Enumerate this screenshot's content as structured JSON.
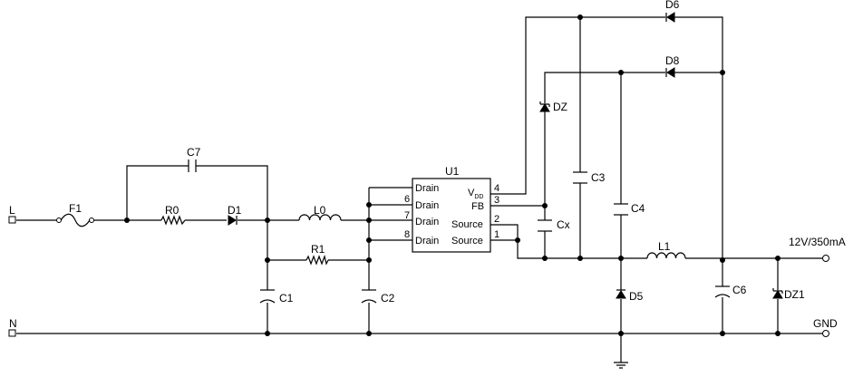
{
  "terminals": {
    "line": "L",
    "neutral": "N",
    "output": "12V/350mA",
    "ground": "GND"
  },
  "ic": {
    "ref": "U1",
    "vdd_main": "V",
    "vdd_sub": "DD",
    "pins": {
      "drain5": "Drain",
      "drain6": "Drain",
      "drain7": "Drain",
      "drain8": "Drain",
      "fb": "FB",
      "source2": "Source",
      "source1": "Source"
    },
    "pin_numbers": {
      "p4": "4",
      "p3": "3",
      "p2": "2",
      "p1": "1",
      "p6": "6",
      "p7": "7",
      "p8": "8"
    }
  },
  "components": {
    "F1": "F1",
    "R0": "R0",
    "D1": "D1",
    "C7": "C7",
    "L0": "L0",
    "R1": "R1",
    "C1": "C1",
    "C2": "C2",
    "C3": "C3",
    "C4": "C4",
    "C6": "C6",
    "Cx": "Cx",
    "DZ": "DZ",
    "D5": "D5",
    "D6": "D6",
    "D8": "D8",
    "L1": "L1",
    "DZ1": "DZ1"
  }
}
